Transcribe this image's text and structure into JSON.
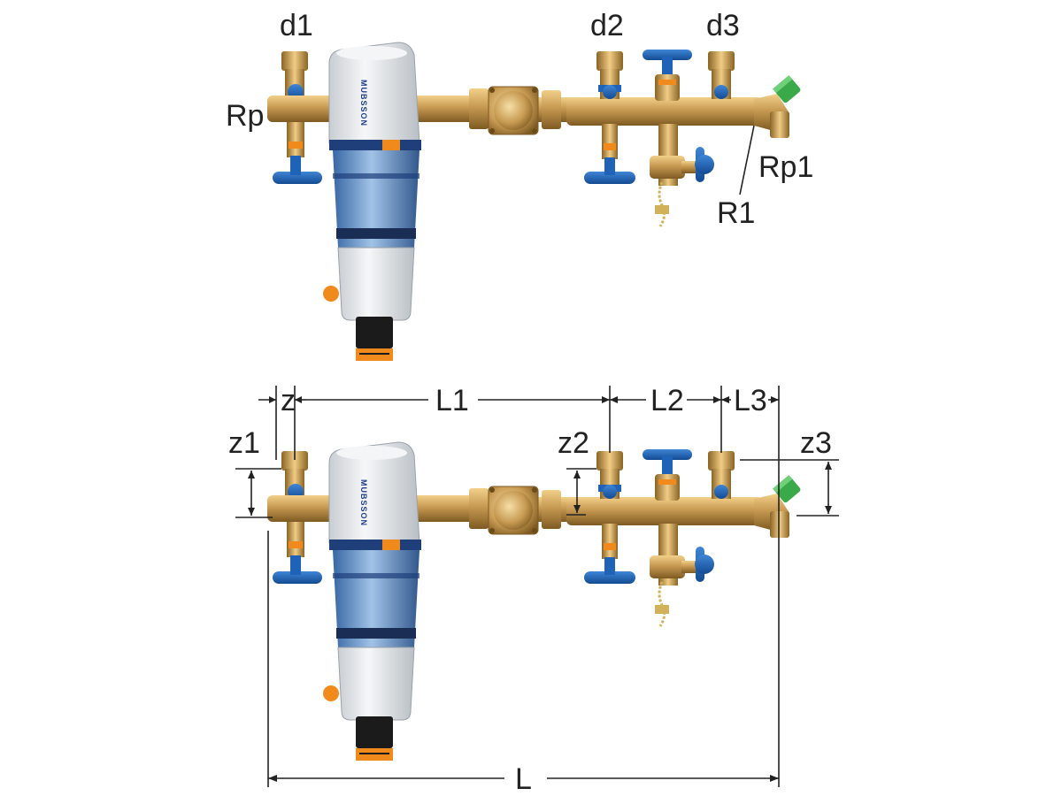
{
  "top_view": {
    "labels": {
      "d1": "d1",
      "d2": "d2",
      "d3": "d3",
      "rp": "Rp",
      "rp1": "Rp1",
      "r1": "R1"
    }
  },
  "bottom_view": {
    "labels": {
      "z": "z",
      "l1": "L1",
      "l2": "L2",
      "l3": "L3",
      "z1": "z1",
      "z2": "z2",
      "z3": "z3",
      "l": "L"
    }
  },
  "product": {
    "brand": "MUBSSON"
  },
  "colors": {
    "brass": "#c79a52",
    "brass_dark": "#8a6424",
    "valve_blue": "#1e63b8",
    "filter_blue": "#4f82bf",
    "housing_white": "#e9ecef",
    "accent_orange": "#f08a1c",
    "vent_green": "#3aa94a",
    "line": "#222222"
  }
}
